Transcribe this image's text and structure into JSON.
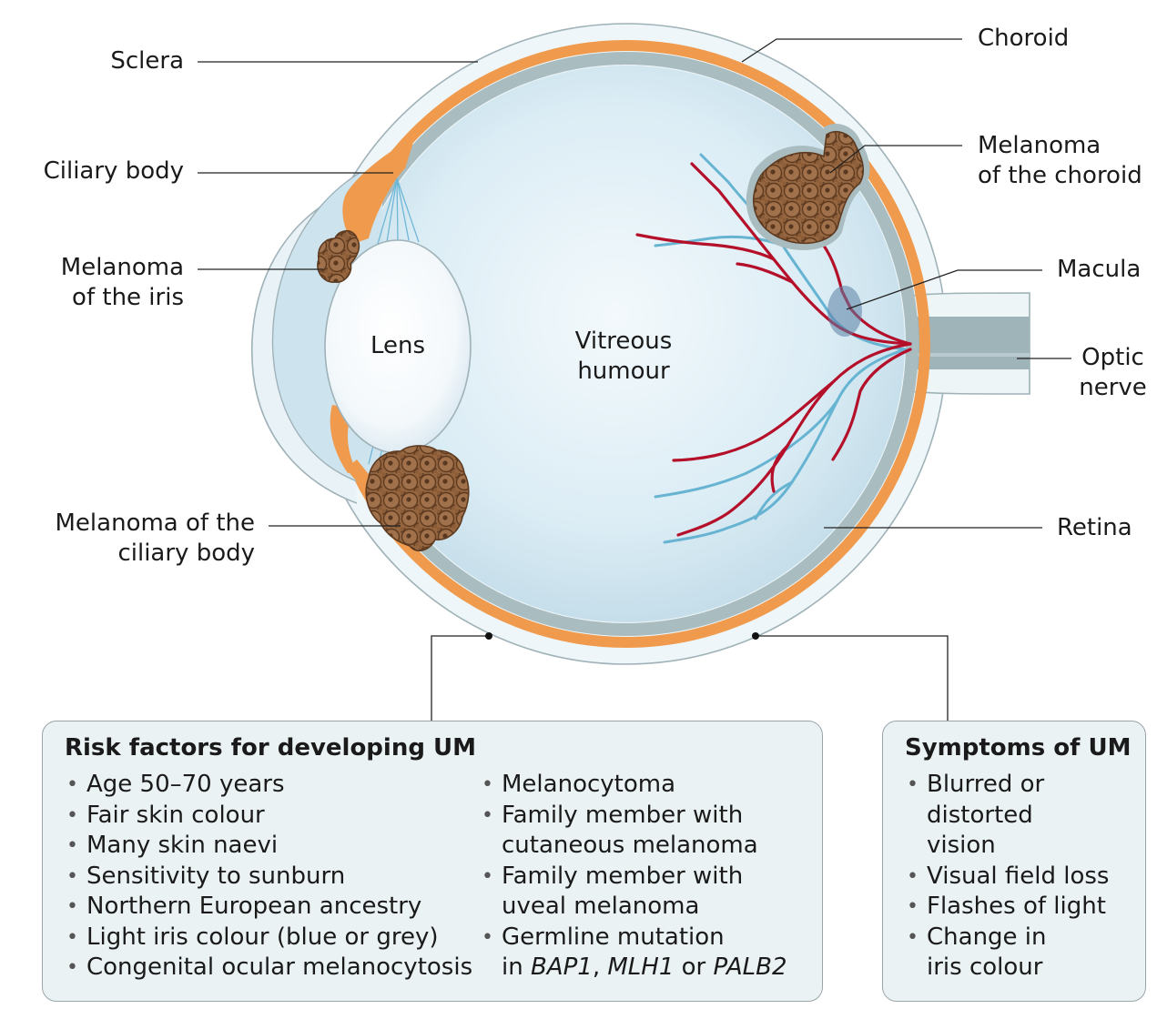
{
  "labels": {
    "sclera": "Sclera",
    "choroid": "Choroid",
    "ciliary_body": "Ciliary body",
    "melanoma_choroid": [
      "Melanoma",
      "of the choroid"
    ],
    "melanoma_iris": [
      "Melanoma",
      "of the iris"
    ],
    "macula": "Macula",
    "lens": "Lens",
    "vitreous": [
      "Vitreous",
      "humour"
    ],
    "optic_nerve": [
      "Optic",
      "nerve"
    ],
    "melanoma_ciliary": [
      "Melanoma of the",
      "ciliary body"
    ],
    "retina": "Retina"
  },
  "risk_box": {
    "title": "Risk factors for developing UM",
    "left_items": [
      "Age 50–70 years",
      "Fair skin colour",
      "Many skin naevi",
      "Sensitivity to sunburn",
      "Northern European ancestry",
      "Light iris colour (blue or grey)",
      "Congenital ocular melanocytosis"
    ],
    "right_items": [
      [
        "Melanocytoma"
      ],
      [
        "Family member with",
        "cutaneous melanoma"
      ],
      [
        "Family member with",
        "uveal melanoma"
      ]
    ],
    "germline": {
      "line1": "Germline mutation",
      "in": "in ",
      "gene1": "BAP1",
      "sep1": ", ",
      "gene2": "MLH1",
      "sep2": " or ",
      "gene3": "PALB2"
    }
  },
  "symptoms_box": {
    "title": "Symptoms of UM",
    "items": [
      [
        "Blurred or",
        "distorted",
        "vision"
      ],
      [
        "Visual field loss"
      ],
      [
        "Flashes of light"
      ],
      [
        "Change in",
        "iris colour"
      ]
    ]
  },
  "colors": {
    "sclera_orange": "#ef9a4c",
    "choroid_grey": "#a9bcc0",
    "vitreous_blue": "#cfe4ef",
    "vessel_red": "#b5102a",
    "vessel_blue": "#66b4d2",
    "tumour_brown": "#8f6140",
    "box_fill": "#eaf2f4"
  }
}
